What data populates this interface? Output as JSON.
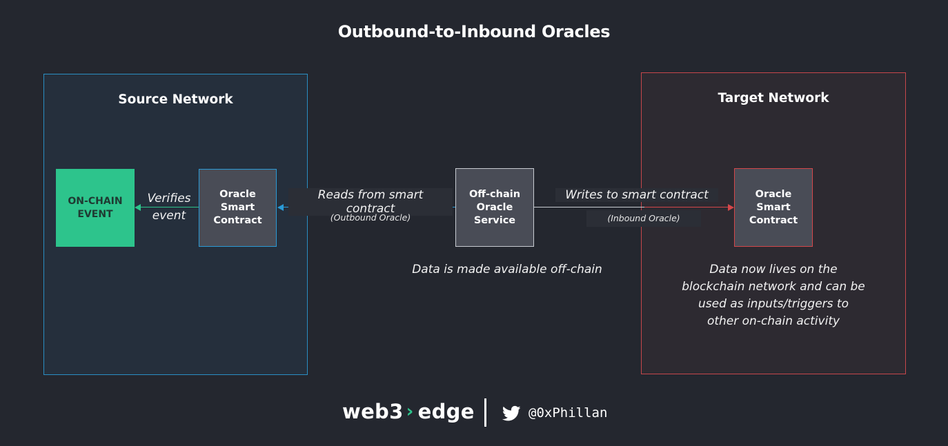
{
  "title": "Outbound-to-Inbound Oracles",
  "source_network": {
    "title": "Source Network",
    "event_box": "ON-CHAIN\nEVENT",
    "contract_box": "Oracle\nSmart\nContract",
    "verifies_label": "Verifies\nevent"
  },
  "offchain_service": {
    "box": "Off-chain\nOracle\nService",
    "caption": "Data is made available off-chain"
  },
  "outbound": {
    "label": "Reads from smart contract",
    "sublabel": "(Outbound Oracle)"
  },
  "inbound": {
    "label": "Writes to smart contract",
    "sublabel": "(Inbound Oracle)"
  },
  "target_network": {
    "title": "Target Network",
    "contract_box": "Oracle\nSmart\nContract",
    "caption": "Data now lives on the\nblockchain network and can be\nused as inputs/triggers to\nother on-chain activity"
  },
  "footer": {
    "brand_left": "web3",
    "brand_chevron": "›",
    "brand_right": "edge",
    "twitter_handle": "@0xPhillan"
  },
  "colors": {
    "background": "#24272f",
    "source_accent": "#2a8fc4",
    "target_accent": "#c7474b",
    "event_green": "#2dc48c"
  }
}
